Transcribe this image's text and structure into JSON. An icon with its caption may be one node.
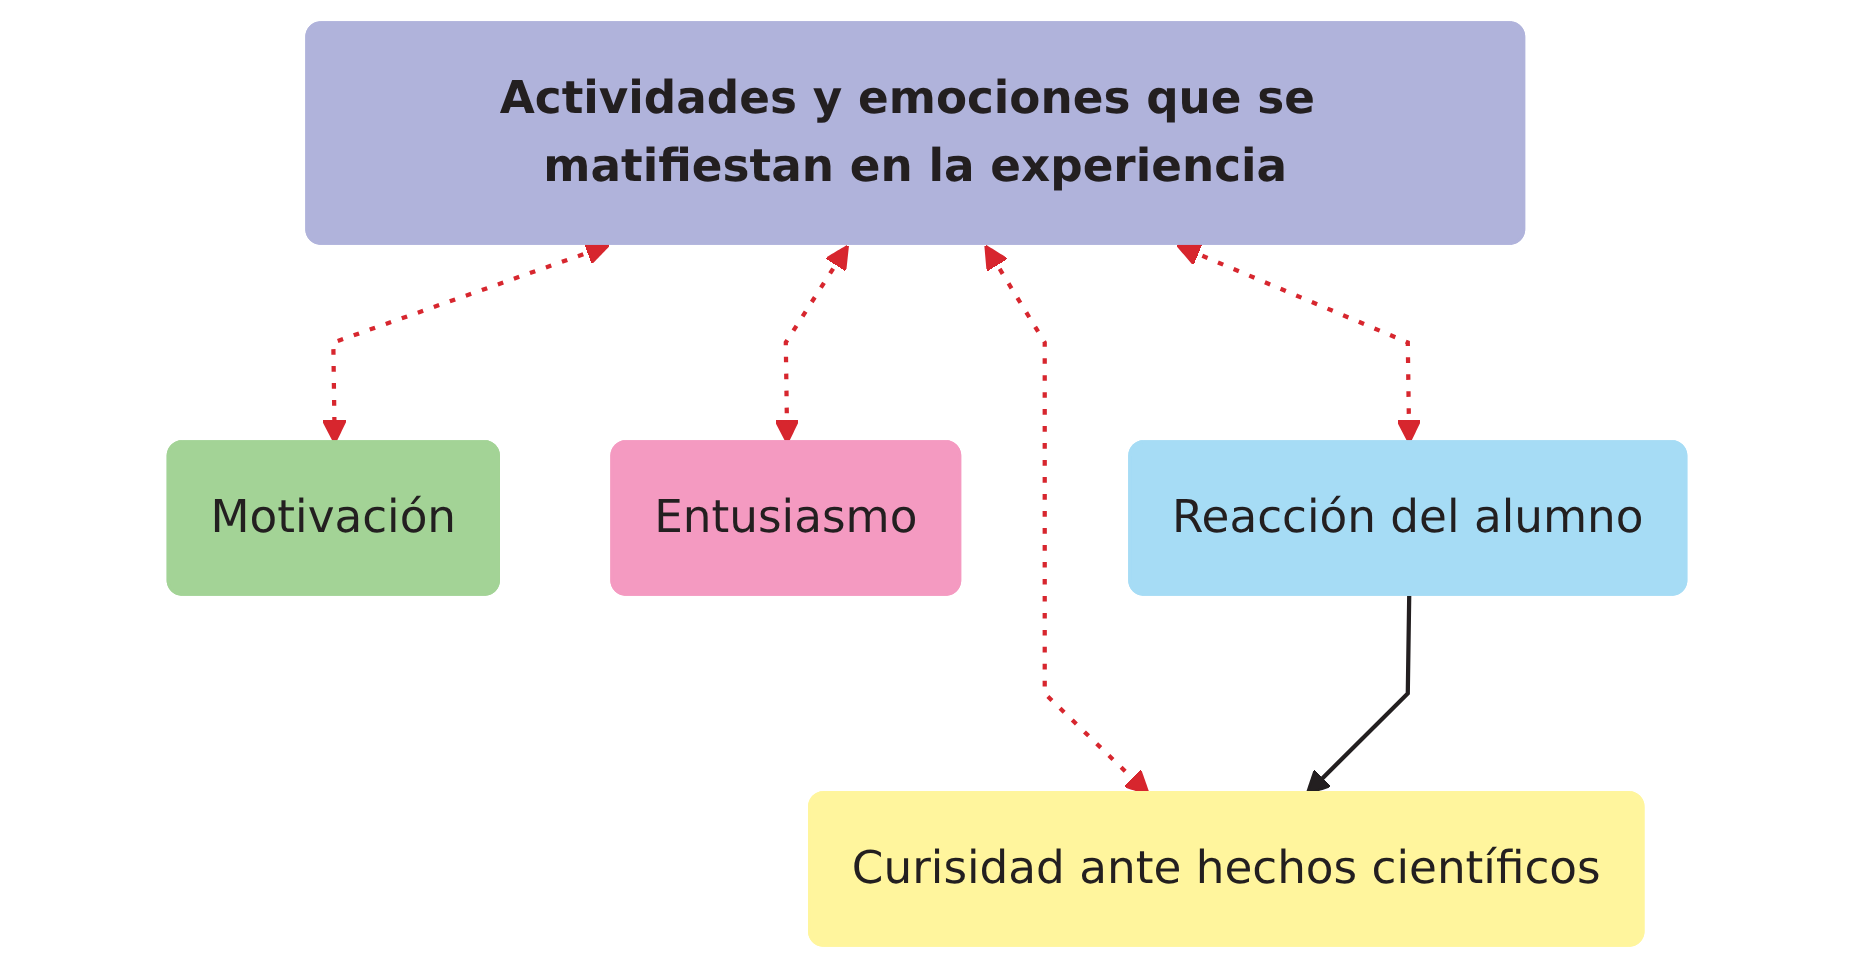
{
  "diagram": {
    "nodes": [
      {
        "text": [
          "Actividades y emociones que se matifiestan en la experiencia"
        ]
      },
      {
        "text": [
          "Motivación"
        ]
      },
      {
        "text": [
          "Entusiasmo"
        ]
      },
      {
        "text": [
          "Curisidad ante hechos científicos"
        ]
      },
      {
        "text": [
          "Reacción del alumno"
        ]
      }
    ],
    "edges": [
      {
        "from": 0,
        "to": 1,
        "arrow": "both",
        "style": "dashed",
        "color": "#d7262e"
      },
      {
        "from": 0,
        "to": 2,
        "arrow": "both",
        "style": "dashed",
        "color": "#d7262e"
      },
      {
        "from": 0,
        "to": 3,
        "arrow": "both",
        "style": "dashed",
        "color": "#d7262e"
      },
      {
        "from": 0,
        "to": 4,
        "arrow": "both",
        "style": "dashed",
        "color": "#d7262e"
      },
      {
        "from": 4,
        "to": 3,
        "arrow": "to",
        "color": "#231f20"
      }
    ]
  }
}
